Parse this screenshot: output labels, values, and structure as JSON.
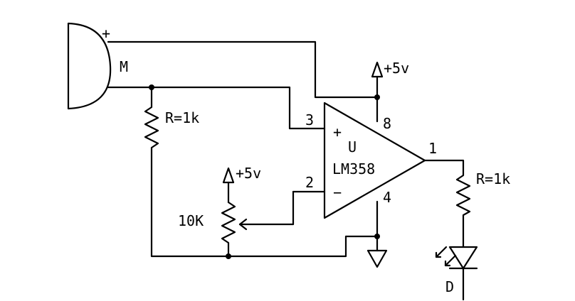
{
  "microphone": {
    "label": "M",
    "plus_sign": "+"
  },
  "resistor_left": {
    "label": "R=1k"
  },
  "resistor_right": {
    "label": "R=1k"
  },
  "supply_top": {
    "label": "+5v"
  },
  "supply_pot": {
    "label": "+5v"
  },
  "potentiometer": {
    "label": "10K"
  },
  "opamp": {
    "designator": "U",
    "part": "LM358",
    "plus_symbol": "+",
    "minus_symbol": "−",
    "pin_noninv": "3",
    "pin_inv": "2",
    "pin_vcc": "8",
    "pin_gnd": "4",
    "pin_out": "1"
  },
  "led": {
    "label": "D"
  }
}
